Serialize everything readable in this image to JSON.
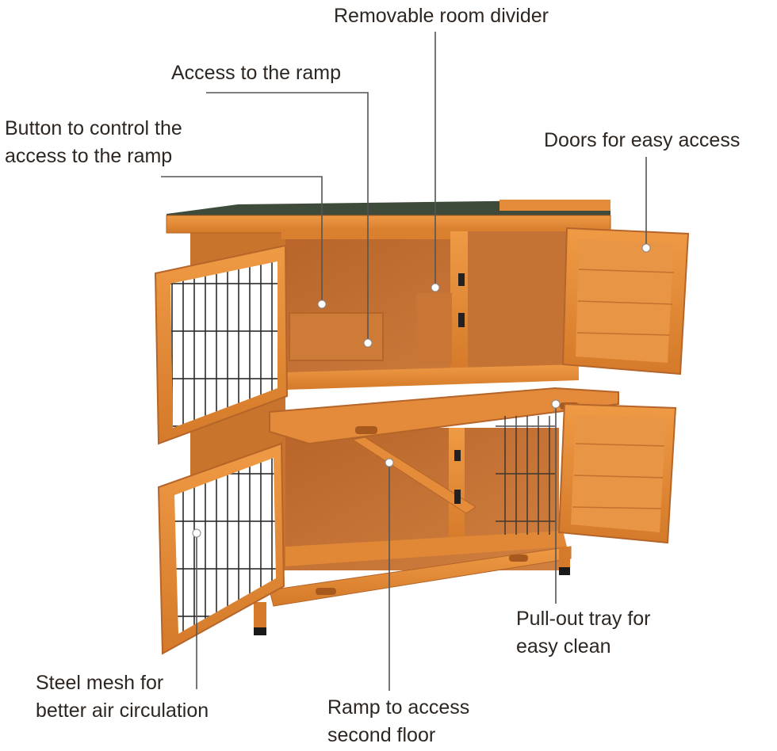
{
  "diagram": {
    "subject": "Two-story wooden rabbit hutch",
    "colors": {
      "wood_light": "#e8903c",
      "wood_mid": "#d47a2a",
      "wood_dark": "#a85a1e",
      "interior": "#c07033",
      "roof": "#3e4a3a",
      "mesh": "#2a2a2a",
      "callout_line": "#555555",
      "callout_dot": "#ffffff",
      "text": "#2e2621"
    },
    "callouts": [
      {
        "id": "removable-room-divider",
        "lines": [
          "Removable room divider"
        ]
      },
      {
        "id": "access-to-ramp",
        "lines": [
          "Access to the ramp"
        ]
      },
      {
        "id": "button-control-ramp",
        "lines": [
          "Button to control the",
          "access to the ramp"
        ]
      },
      {
        "id": "doors-easy-access",
        "lines": [
          "Doors for easy access"
        ]
      },
      {
        "id": "pull-out-tray",
        "lines": [
          "Pull-out tray for",
          "easy clean"
        ]
      },
      {
        "id": "steel-mesh",
        "lines": [
          "Steel mesh for",
          "better air circulation"
        ]
      },
      {
        "id": "ramp-second-floor",
        "lines": [
          "Ramp to access",
          "second floor"
        ]
      }
    ]
  }
}
